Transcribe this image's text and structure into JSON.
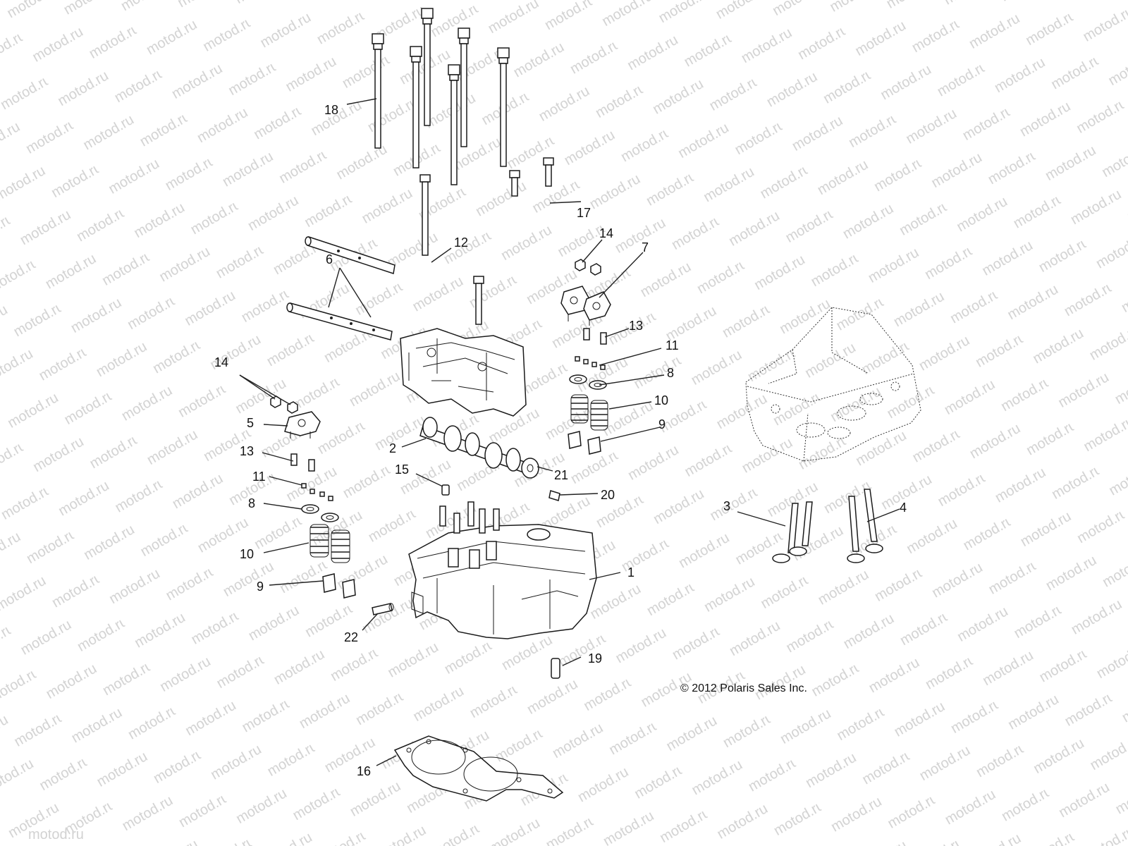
{
  "watermark": "motod.ru",
  "copyright": "© 2012 Polaris Sales Inc.",
  "callouts": [
    "1",
    "2",
    "3",
    "4",
    "5",
    "6",
    "7",
    "8",
    "8",
    "9",
    "9",
    "10",
    "10",
    "11",
    "11",
    "12",
    "13",
    "13",
    "14",
    "14",
    "15",
    "16",
    "17",
    "18",
    "19",
    "20",
    "21",
    "22"
  ],
  "parts": [
    "cylinder-head",
    "camshaft",
    "exhaust-valve",
    "rocker-arm",
    "rocker-shaft",
    "intake-valve",
    "rocker-arm-pair",
    "valve-spring-retainer",
    "valve-stem-seal",
    "valve-spring",
    "valve-keeper",
    "bolt",
    "bolt-small",
    "nut",
    "dowel-pin",
    "head-gasket",
    "bolt-top",
    "head-bolts",
    "dowel-19",
    "dowel-20",
    "camshaft-end",
    "dowel-22",
    "cam-carrier",
    "head-rear-view"
  ]
}
